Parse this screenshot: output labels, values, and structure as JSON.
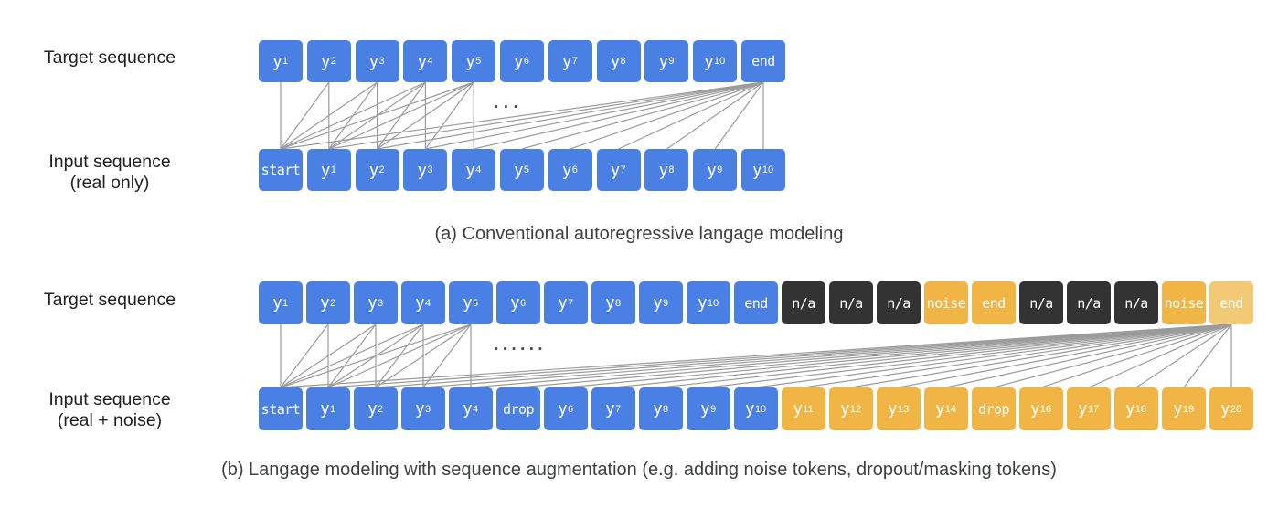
{
  "colors": {
    "real": "#4a80e4",
    "na": "#333333",
    "noise": "#f1b545",
    "noise_light": "#f2ca76",
    "token_text": "#ffffff",
    "line": "#9b9b9b"
  },
  "panel_a": {
    "target_label": "Target sequence",
    "input_label_1": "Input sequence",
    "input_label_2": "(real only)",
    "ellipsis": "...",
    "caption": "(a) Conventional autoregressive langage modeling",
    "target_tokens": [
      {
        "t": "y",
        "sub": "1",
        "c": "real"
      },
      {
        "t": "y",
        "sub": "2",
        "c": "real"
      },
      {
        "t": "y",
        "sub": "3",
        "c": "real"
      },
      {
        "t": "y",
        "sub": "4",
        "c": "real"
      },
      {
        "t": "y",
        "sub": "5",
        "c": "real"
      },
      {
        "t": "y",
        "sub": "6",
        "c": "real"
      },
      {
        "t": "y",
        "sub": "7",
        "c": "real"
      },
      {
        "t": "y",
        "sub": "8",
        "c": "real"
      },
      {
        "t": "y",
        "sub": "9",
        "c": "real"
      },
      {
        "t": "y",
        "sub": "10",
        "c": "real"
      },
      {
        "t": "end",
        "c": "real",
        "mono": true
      }
    ],
    "input_tokens": [
      {
        "t": "start",
        "c": "real",
        "mono": true
      },
      {
        "t": "y",
        "sub": "1",
        "c": "real"
      },
      {
        "t": "y",
        "sub": "2",
        "c": "real"
      },
      {
        "t": "y",
        "sub": "3",
        "c": "real"
      },
      {
        "t": "y",
        "sub": "4",
        "c": "real"
      },
      {
        "t": "y",
        "sub": "5",
        "c": "real"
      },
      {
        "t": "y",
        "sub": "6",
        "c": "real"
      },
      {
        "t": "y",
        "sub": "7",
        "c": "real"
      },
      {
        "t": "y",
        "sub": "8",
        "c": "real"
      },
      {
        "t": "y",
        "sub": "9",
        "c": "real"
      },
      {
        "t": "y",
        "sub": "10",
        "c": "real"
      }
    ]
  },
  "panel_b": {
    "target_label": "Target sequence",
    "input_label_1": "Input sequence",
    "input_label_2": "(real + noise)",
    "ellipsis": "......",
    "caption": "(b) Langage modeling with sequence augmentation (e.g. adding noise tokens, dropout/masking tokens)",
    "target_tokens": [
      {
        "t": "y",
        "sub": "1",
        "c": "real"
      },
      {
        "t": "y",
        "sub": "2",
        "c": "real"
      },
      {
        "t": "y",
        "sub": "3",
        "c": "real"
      },
      {
        "t": "y",
        "sub": "4",
        "c": "real"
      },
      {
        "t": "y",
        "sub": "5",
        "c": "real"
      },
      {
        "t": "y",
        "sub": "6",
        "c": "real"
      },
      {
        "t": "y",
        "sub": "7",
        "c": "real"
      },
      {
        "t": "y",
        "sub": "8",
        "c": "real"
      },
      {
        "t": "y",
        "sub": "9",
        "c": "real"
      },
      {
        "t": "y",
        "sub": "10",
        "c": "real"
      },
      {
        "t": "end",
        "c": "real",
        "mono": true
      },
      {
        "t": "n/a",
        "c": "na",
        "mono": true
      },
      {
        "t": "n/a",
        "c": "na",
        "mono": true
      },
      {
        "t": "n/a",
        "c": "na",
        "mono": true
      },
      {
        "t": "noise",
        "c": "noise",
        "mono": true
      },
      {
        "t": "end",
        "c": "noise",
        "mono": true
      },
      {
        "t": "n/a",
        "c": "na",
        "mono": true
      },
      {
        "t": "n/a",
        "c": "na",
        "mono": true
      },
      {
        "t": "n/a",
        "c": "na",
        "mono": true
      },
      {
        "t": "noise",
        "c": "noise",
        "mono": true
      },
      {
        "t": "end",
        "c": "noise_light",
        "mono": true
      }
    ],
    "input_tokens": [
      {
        "t": "start",
        "c": "real",
        "mono": true
      },
      {
        "t": "y",
        "sub": "1",
        "c": "real"
      },
      {
        "t": "y",
        "sub": "2",
        "c": "real"
      },
      {
        "t": "y",
        "sub": "3",
        "c": "real"
      },
      {
        "t": "y",
        "sub": "4",
        "c": "real"
      },
      {
        "t": "drop",
        "c": "real",
        "mono": true
      },
      {
        "t": "y",
        "sub": "6",
        "c": "real"
      },
      {
        "t": "y",
        "sub": "7",
        "c": "real"
      },
      {
        "t": "y",
        "sub": "8",
        "c": "real"
      },
      {
        "t": "y",
        "sub": "9",
        "c": "real"
      },
      {
        "t": "y",
        "sub": "10",
        "c": "real"
      },
      {
        "t": "y",
        "sub": "11",
        "c": "noise"
      },
      {
        "t": "y",
        "sub": "12",
        "c": "noise"
      },
      {
        "t": "y",
        "sub": "13",
        "c": "noise"
      },
      {
        "t": "y",
        "sub": "14",
        "c": "noise"
      },
      {
        "t": "drop",
        "c": "noise",
        "mono": true
      },
      {
        "t": "y",
        "sub": "16",
        "c": "noise"
      },
      {
        "t": "y",
        "sub": "17",
        "c": "noise"
      },
      {
        "t": "y",
        "sub": "18",
        "c": "noise"
      },
      {
        "t": "y",
        "sub": "19",
        "c": "noise"
      },
      {
        "t": "y",
        "sub": "20",
        "c": "noise"
      }
    ]
  }
}
